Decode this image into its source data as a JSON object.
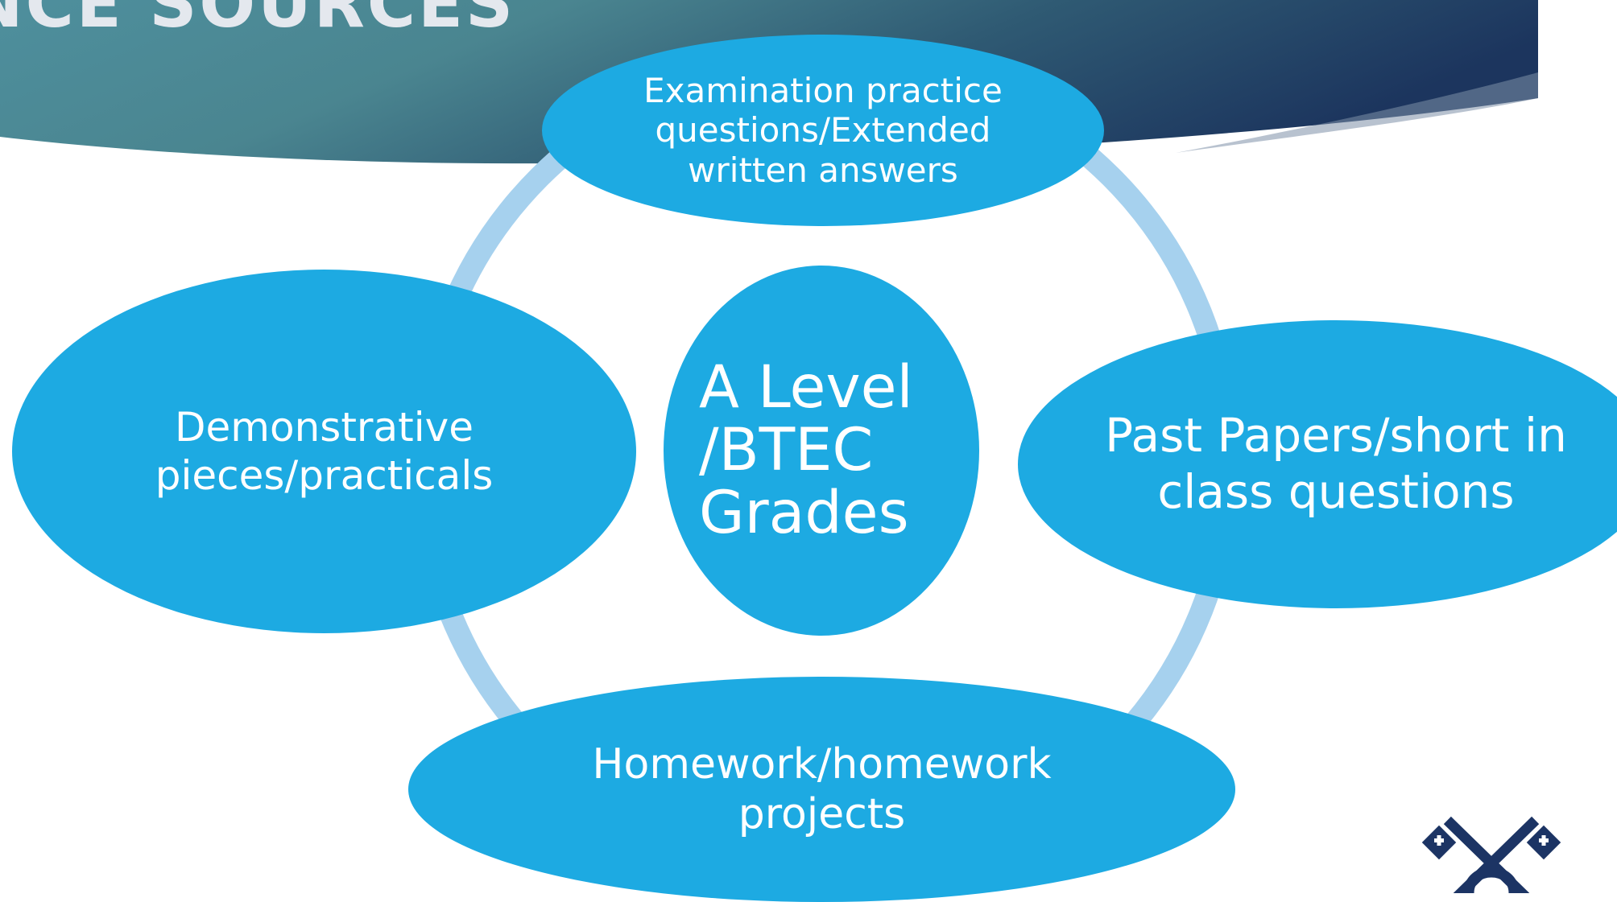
{
  "header": {
    "title": "NCE SOURCES"
  },
  "diagram": {
    "center": "A Level\n/BTEC\nGrades",
    "top": "Examination practice\nquestions/Extended\nwritten answers",
    "left": "Demonstrative\npieces/practicals",
    "right": "Past Papers/short in\nclass questions",
    "bottom": "Homework/homework\nprojects"
  },
  "colors": {
    "node_fill": "#1daae2",
    "ring": "#a6d1ee",
    "banner_start": "#5a9aa3",
    "banner_end": "#1c355e",
    "logo": "#1c3464",
    "title_text": "#e4e8ee"
  },
  "icons": {
    "logo": "crossed-keys-icon"
  }
}
